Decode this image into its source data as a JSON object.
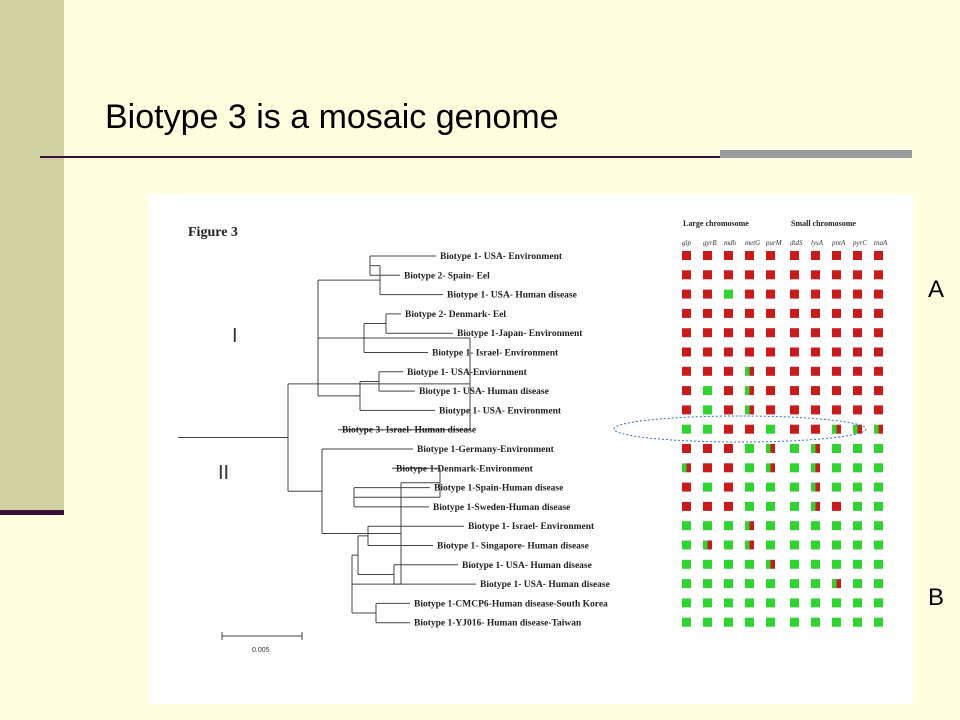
{
  "slide": {
    "title": "Biotype 3 is a mosaic genome",
    "label_a": "A",
    "label_b": "B"
  },
  "colors": {
    "background": "#ffffdf",
    "sidebar": "#cfcf9f",
    "rule": "#3a0f3a",
    "red": "#cc1a1a",
    "green": "#2ed52e",
    "highlight": "#2f6fd0"
  },
  "figure": {
    "caption": "Figure 3",
    "clade_i": "I",
    "clade_ii": "II",
    "scale_label": "0.005",
    "group_headers": [
      "Large chromosome",
      "Small chromosome"
    ],
    "gene_labels": [
      "glp",
      "gyrB",
      "mdh",
      "metG",
      "purM",
      "dtdS",
      "lysA",
      "pntA",
      "pyrC",
      "tnaA"
    ],
    "taxa": [
      "Biotype 1- USA- Environment",
      "Biotype 2- Spain- Eel",
      "Biotype 1- USA- Human disease",
      "Biotype 2- Denmark- Eel",
      "Biotype 1-Japan- Environment",
      "Biotype 1- Israel- Environment",
      "Biotype 1- USA-Enviornment",
      "Biotype 1- USA- Human disease",
      "Biotype 1- USA- Environment",
      "Biotype 3- Israel- Human disease",
      "Biotype 1-Germany-Environment",
      "Biotype 1-Denmark-Environment",
      "Biotype 1-Spain-Human disease",
      "Biotype 1-Sweden-Human disease",
      "Biotype 1- Israel- Environment",
      "Biotype 1- Singapore- Human disease",
      "Biotype 1- USA- Human disease",
      "Biotype 1- USA- Human disease",
      "Biotype 1-CMCP6-Human disease-South Korea",
      "Biotype 1-YJ016- Human disease-Taiwan"
    ],
    "matrix": [
      [
        "R",
        "R",
        "R",
        "R",
        "R",
        "R",
        "R",
        "R",
        "R",
        "R"
      ],
      [
        "R",
        "R",
        "R",
        "R",
        "R",
        "R",
        "R",
        "R",
        "R",
        "R"
      ],
      [
        "R",
        "R",
        "G",
        "R",
        "R",
        "R",
        "R",
        "R",
        "R",
        "R"
      ],
      [
        "R",
        "R",
        "R",
        "R",
        "R",
        "R",
        "R",
        "R",
        "R",
        "R"
      ],
      [
        "R",
        "R",
        "R",
        "R",
        "R",
        "R",
        "R",
        "R",
        "R",
        "R"
      ],
      [
        "R",
        "R",
        "R",
        "R",
        "R",
        "R",
        "R",
        "R",
        "R",
        "R"
      ],
      [
        "R",
        "R",
        "R",
        "M",
        "R",
        "R",
        "R",
        "R",
        "R",
        "R"
      ],
      [
        "R",
        "G",
        "R",
        "M",
        "R",
        "R",
        "R",
        "R",
        "R",
        "R"
      ],
      [
        "R",
        "G",
        "R",
        "M",
        "R",
        "R",
        "R",
        "R",
        "R",
        "R"
      ],
      [
        "G",
        "G",
        "R",
        "R",
        "G",
        "R",
        "R",
        "M",
        "M",
        "M"
      ],
      [
        "R",
        "R",
        "R",
        "G",
        "M",
        "G",
        "M",
        "G",
        "G",
        "G"
      ],
      [
        "M",
        "R",
        "R",
        "G",
        "M",
        "G",
        "M",
        "G",
        "G",
        "G"
      ],
      [
        "R",
        "G",
        "R",
        "G",
        "G",
        "G",
        "M",
        "G",
        "G",
        "G"
      ],
      [
        "R",
        "R",
        "R",
        "G",
        "G",
        "G",
        "M",
        "R",
        "G",
        "G"
      ],
      [
        "G",
        "G",
        "G",
        "M",
        "G",
        "G",
        "G",
        "G",
        "G",
        "G"
      ],
      [
        "G",
        "M",
        "G",
        "M",
        "G",
        "G",
        "G",
        "G",
        "G",
        "G"
      ],
      [
        "G",
        "G",
        "G",
        "G",
        "M",
        "G",
        "G",
        "G",
        "G",
        "G"
      ],
      [
        "G",
        "G",
        "G",
        "G",
        "G",
        "G",
        "G",
        "M",
        "G",
        "G"
      ],
      [
        "G",
        "G",
        "G",
        "G",
        "G",
        "G",
        "G",
        "G",
        "G",
        "G"
      ],
      [
        "G",
        "G",
        "G",
        "G",
        "G",
        "G",
        "G",
        "G",
        "G",
        "G"
      ]
    ]
  }
}
